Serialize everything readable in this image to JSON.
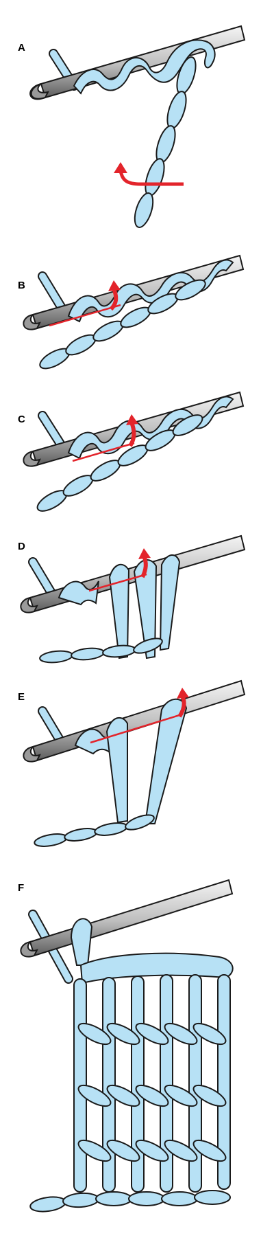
{
  "steps": [
    {
      "id": "A",
      "label": "A"
    },
    {
      "id": "B",
      "label": "B"
    },
    {
      "id": "C",
      "label": "C"
    },
    {
      "id": "D",
      "label": "D"
    },
    {
      "id": "E",
      "label": "E"
    },
    {
      "id": "F",
      "label": "F"
    }
  ],
  "colors": {
    "yarn_fill": "#b7e1f5",
    "yarn_stroke": "#1a1a1a",
    "hook_light": "#f2f2f2",
    "hook_dark": "#6e6e6e",
    "arrow": "#e3242b",
    "background": "#ffffff"
  },
  "icons": {
    "hook": "crochet-hook-icon",
    "arrow": "red-curved-arrow-icon",
    "yarn": "yarn-strand-icon"
  }
}
